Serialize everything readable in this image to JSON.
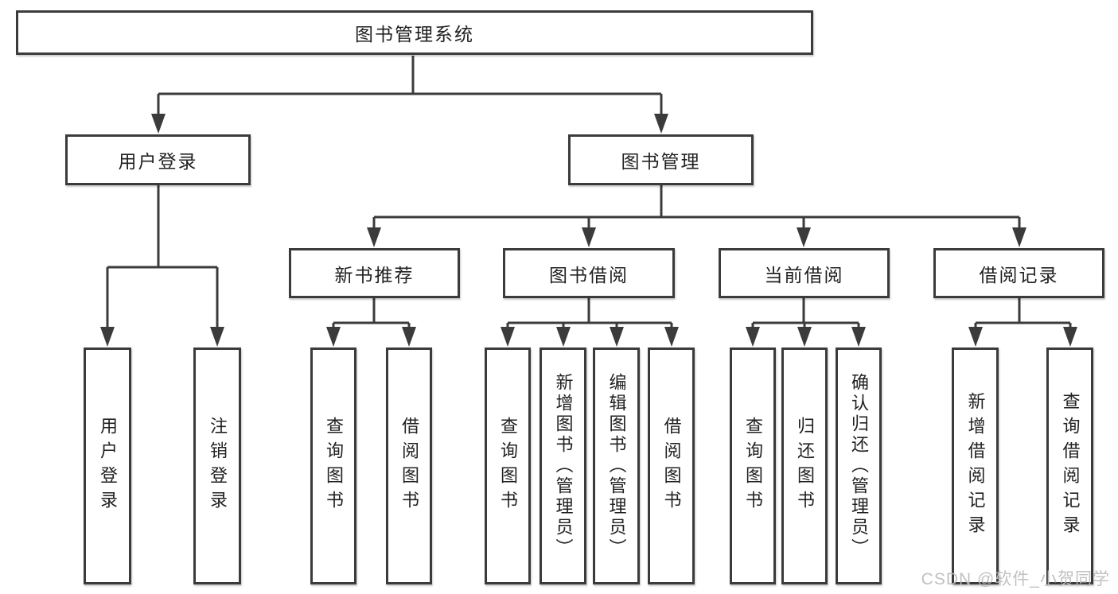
{
  "diagram_title": "图书管理系统",
  "nodes": {
    "root": "图书管理系统",
    "l2": [
      "用户登录",
      "图书管理"
    ],
    "l3": [
      "新书推荐",
      "图书借阅",
      "当前借阅",
      "借阅记录"
    ],
    "leaves_user_login": [
      "用户登录",
      "注销登录"
    ],
    "leaves_new_books": [
      "查询图书",
      "借阅图书"
    ],
    "leaves_book_borrow": [
      "查询图书",
      "新增图书（管理员）",
      "编辑图书（管理员）",
      "借阅图书"
    ],
    "leaves_current_borrow": [
      "查询图书",
      "归还图书",
      "确认归还（管理员）"
    ],
    "leaves_borrow_records": [
      "新增借阅记录",
      "查询借阅记录"
    ]
  },
  "watermark": "CSDN @软件_小贺同学",
  "colors": {
    "line": "#3b3b3b",
    "box_border": "#3b3b3b",
    "text": "#212121",
    "watermark": "#bcbcbc",
    "background": "#ffffff"
  }
}
